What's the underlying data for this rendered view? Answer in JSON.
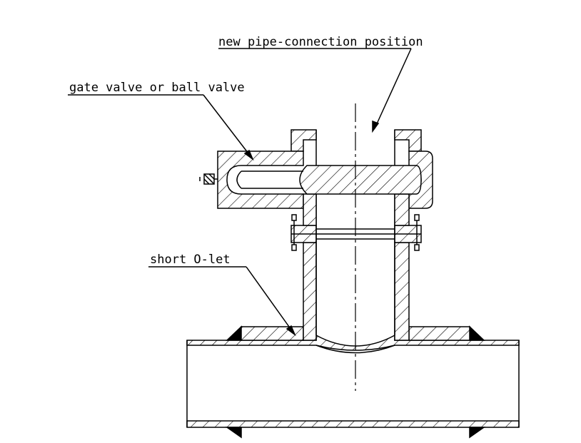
{
  "labels": {
    "new_pipe_connection": "new pipe-connection position",
    "gate_valve": "gate valve or ball valve",
    "short_olet": "short O-let"
  }
}
